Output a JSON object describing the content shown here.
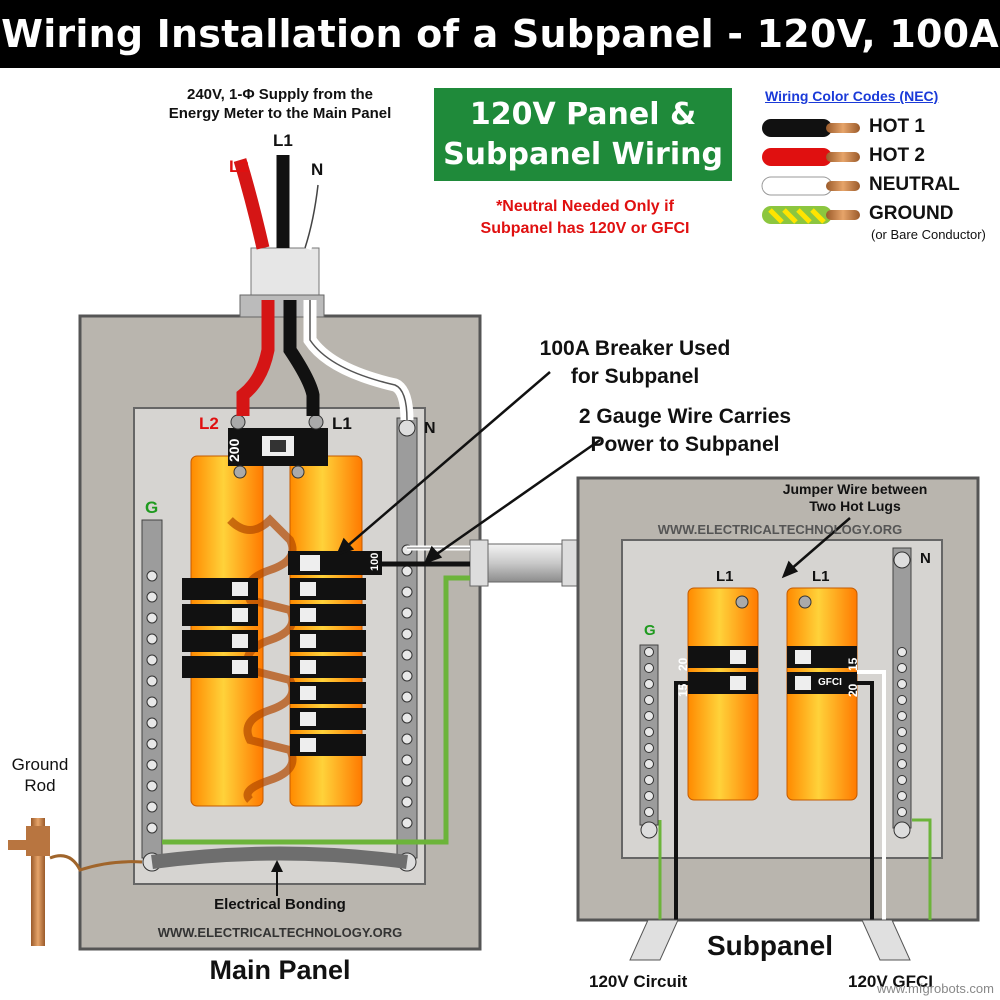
{
  "title": "Wiring Installation of a Subpanel - 120V, 100A",
  "supply": {
    "line1": "240V, 1-Φ Supply from the",
    "line2": "Energy Meter to the Main Panel",
    "l1": "L1",
    "l2": "L2",
    "n": "N"
  },
  "banner": {
    "line1": "120V Panel &",
    "line2": "Subpanel Wiring"
  },
  "note": {
    "line1": "*Neutral Needed Only if",
    "line2": "Subpanel has 120V or GFCI"
  },
  "legend": {
    "title": "Wiring Color Codes (NEC)",
    "items": [
      {
        "label": "HOT 1",
        "color": "#111111"
      },
      {
        "label": "HOT 2",
        "color": "#e01010"
      },
      {
        "label": "NEUTRAL",
        "color": "#ffffff"
      },
      {
        "label": "GROUND",
        "color": "#8cc63f"
      }
    ],
    "ground_sub": "(or Bare Conductor)"
  },
  "callouts": {
    "breaker_line1": "100A Breaker Used",
    "breaker_line2": "for Subpanel",
    "wire_line1": "2 Gauge Wire Carries",
    "wire_line2": "Power to Subpanel",
    "jumper_line1": "Jumper Wire between",
    "jumper_line2": "Two Hot Lugs"
  },
  "main_panel": {
    "label": "Main Panel",
    "l2": "L2",
    "l1": "L1",
    "n": "N",
    "g": "G",
    "main_breaker": "200",
    "sub_breaker": "100",
    "bonding": "Electrical Bonding",
    "website": "WWW.ELECTRICALTECHNOLOGY.ORG"
  },
  "ground_rod": {
    "line1": "Ground",
    "line2": "Rod"
  },
  "subpanel": {
    "label": "Subpanel",
    "website": "WWW.ELECTRICALTECHNOLOGY.ORG",
    "l1a": "L1",
    "l1b": "L1",
    "n": "N",
    "g": "G",
    "brk1": "20",
    "brk2": "15",
    "brk3": "15",
    "brk4": "20",
    "gfci": "GFCI",
    "circuit1": "120V Circuit",
    "circuit2": "120V GFCI"
  },
  "source": "www.mfgrobots.com"
}
